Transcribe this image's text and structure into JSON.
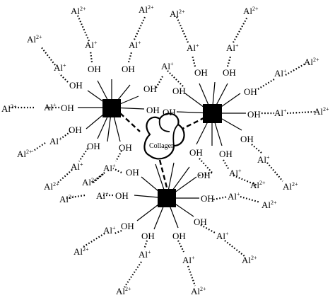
{
  "collagen_label": "Collagen",
  "labels": {
    "oh": "OH",
    "al_plus_base": "Al",
    "al_plus_sup": "+",
    "al_2plus_base": "Al",
    "al_2plus_sup": "2+"
  },
  "colors": {
    "ink": "#000000",
    "background": "#ffffff"
  }
}
